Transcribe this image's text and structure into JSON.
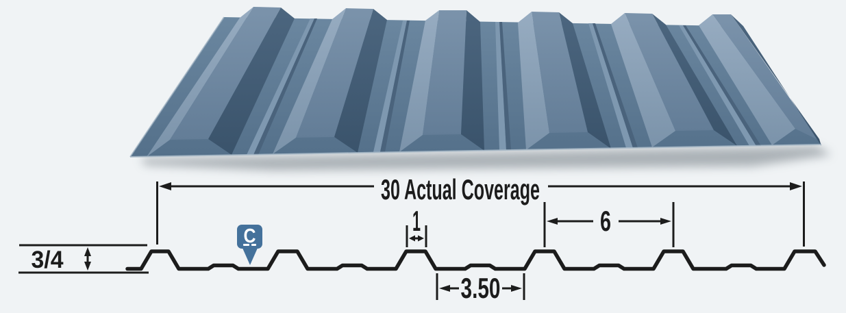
{
  "diagram": {
    "dimensions": {
      "actual_coverage": "30 Actual Coverage",
      "panel_height": "3/4",
      "rib_top_width": "1",
      "pan_flat_width": "3.50",
      "rib_spacing": "6"
    },
    "centerline_pin": "C",
    "colors": {
      "background": "#f0f3f5",
      "line": "#1c1c1c",
      "pin_blue": "#44719B",
      "panel_blue_mid": "#5e7a94",
      "panel_blue_light": "#8ba3ba",
      "panel_blue_top": "#6e88a1",
      "panel_blue_dark": "#42596F"
    }
  }
}
